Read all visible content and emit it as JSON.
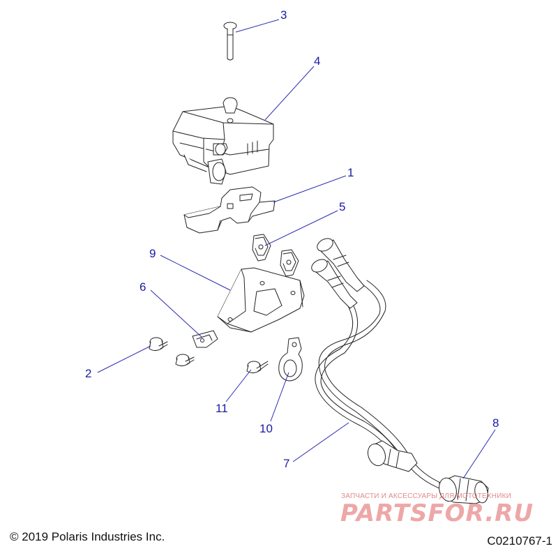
{
  "callouts": [
    {
      "id": "1",
      "label": "1"
    },
    {
      "id": "2",
      "label": "2"
    },
    {
      "id": "3",
      "label": "3"
    },
    {
      "id": "4",
      "label": "4"
    },
    {
      "id": "5",
      "label": "5"
    },
    {
      "id": "6",
      "label": "6"
    },
    {
      "id": "7",
      "label": "7"
    },
    {
      "id": "8",
      "label": "8"
    },
    {
      "id": "9",
      "label": "9"
    },
    {
      "id": "10",
      "label": "10"
    },
    {
      "id": "11",
      "label": "11"
    }
  ],
  "footer": {
    "copyright": "© 2019 Polaris Industries Inc.",
    "drawing_number": "C0210767-1"
  },
  "watermark": {
    "tagline": "ЗАПЧАСТИ И АКСЕССУАРЫ ДЛЯ МОТОТЕХНИКИ",
    "logo_text": "PARTSFOR.RU"
  },
  "colors": {
    "callout": "#1a1aa6",
    "leader": "#2a2ab0",
    "part_stroke": "#222222",
    "part_fill": "#ffffff",
    "watermark": "#e08a8a"
  }
}
